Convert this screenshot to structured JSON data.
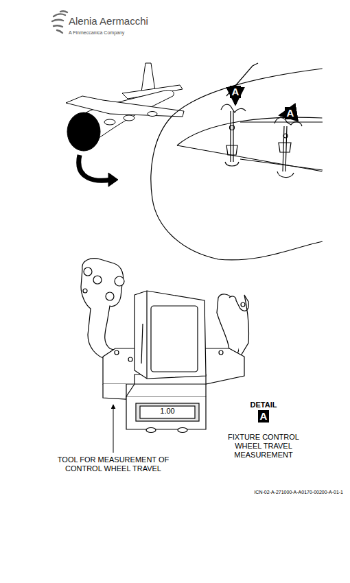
{
  "diagram": {
    "nodes": [
      {
        "text": [
          "A"
        ]
      },
      {
        "text": [
          "A"
        ]
      },
      {
        "text": [
          "DETAIL",
          "A"
        ]
      }
    ],
    "labels": [
      "Alenia Aermacchi",
      "A Finmeccanica Company",
      "1.00",
      "TOOL FOR MEASUREMENT OF CONTROL WHEEL TRAVEL",
      "FIXTURE CONTROL WHEEL TRAVEL MEASUREMENT",
      "ICN-02-A-271000-A-A0170-00200-A-01-1"
    ]
  }
}
